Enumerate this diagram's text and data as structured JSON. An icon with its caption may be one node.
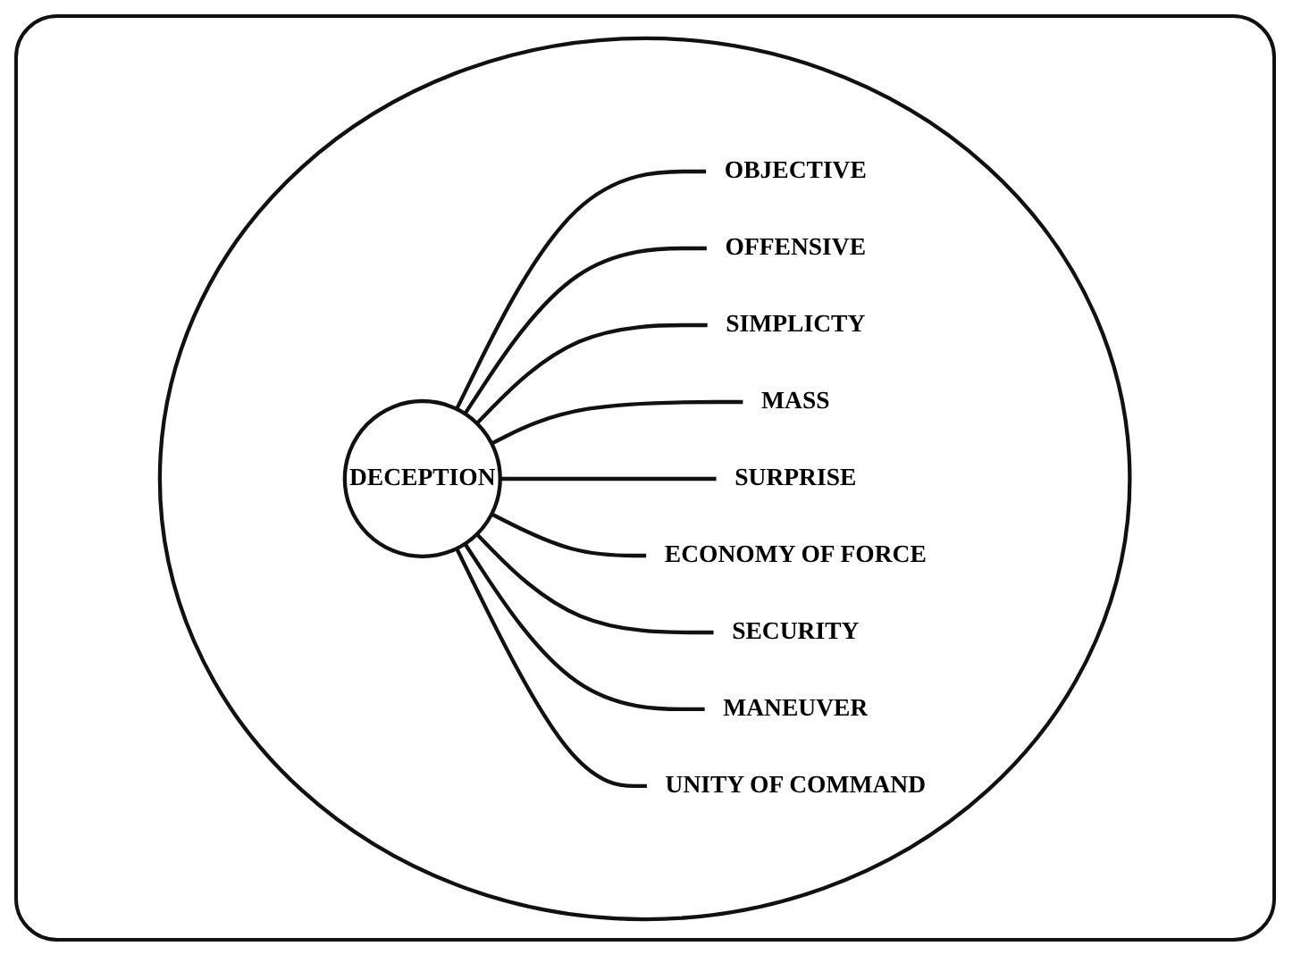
{
  "diagram": {
    "nodes": [
      {
        "text": [],
        "shape": "ellipse"
      },
      {
        "text": [
          "DECEPTION"
        ],
        "in": 0
      },
      {
        "text": [
          "OBJECTIVE"
        ],
        "in": 0
      },
      {
        "text": [
          "OFFENSIVE"
        ],
        "in": 0
      },
      {
        "text": [
          "SIMPLICTY"
        ],
        "in": 0
      },
      {
        "text": [
          "MASS"
        ],
        "in": 0
      },
      {
        "text": [
          "SURPRISE"
        ],
        "in": 0
      },
      {
        "text": [
          "ECONOMY OF FORCE"
        ],
        "in": 0
      },
      {
        "text": [
          "SECURITY"
        ],
        "in": 0
      },
      {
        "text": [
          "MANEUVER"
        ],
        "in": 0
      },
      {
        "text": [
          "UNITY OF COMMAND"
        ],
        "in": 0
      }
    ],
    "edges": [
      {
        "from": 1,
        "to": 2,
        "arrow": "none"
      },
      {
        "from": 1,
        "to": 3,
        "arrow": "none"
      },
      {
        "from": 1,
        "to": 4,
        "arrow": "none"
      },
      {
        "from": 1,
        "to": 5,
        "arrow": "none"
      },
      {
        "from": 1,
        "to": 6,
        "arrow": "none"
      },
      {
        "from": 1,
        "to": 7,
        "arrow": "none"
      },
      {
        "from": 1,
        "to": 8,
        "arrow": "none"
      },
      {
        "from": 1,
        "to": 9,
        "arrow": "none"
      },
      {
        "from": 1,
        "to": 10,
        "arrow": "none"
      }
    ]
  }
}
